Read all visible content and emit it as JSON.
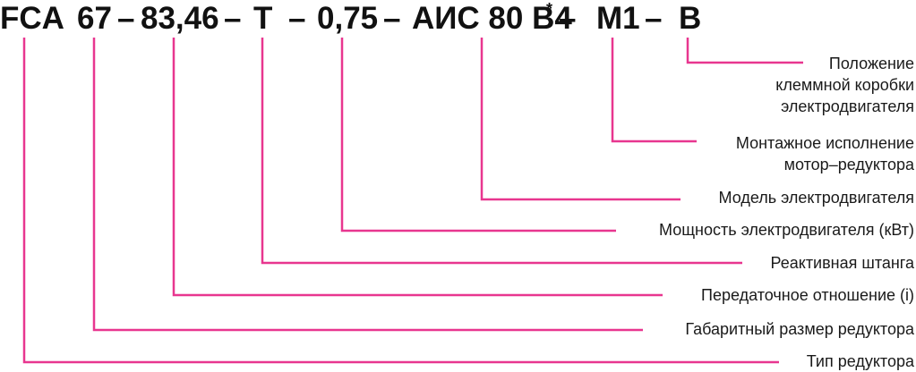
{
  "accent_color": "#e8368f",
  "code_segments": [
    {
      "id": "fca",
      "text": "FCA"
    },
    {
      "id": "size",
      "text": "67"
    },
    {
      "id": "ratio",
      "text": "83,46"
    },
    {
      "id": "torque-arm",
      "text": "T"
    },
    {
      "id": "power",
      "text": "0,75"
    },
    {
      "id": "motor-model",
      "text": "АИС 80 В4",
      "superscript": "*"
    },
    {
      "id": "mounting",
      "text": "М1"
    },
    {
      "id": "terminal-box",
      "text": "В"
    }
  ],
  "separator": "–",
  "labels": [
    {
      "id": "terminal-box",
      "lines": [
        "Положение",
        "клеммной коробки",
        "электродвигателя"
      ]
    },
    {
      "id": "mounting",
      "lines": [
        "Монтажное исполнение",
        "мотор–редуктора"
      ]
    },
    {
      "id": "motor-model",
      "lines": [
        "Модель электродвигателя"
      ]
    },
    {
      "id": "power",
      "lines": [
        "Мощность электродвигателя (кВт)"
      ]
    },
    {
      "id": "torque-arm",
      "lines": [
        "Реактивная штанга"
      ]
    },
    {
      "id": "ratio",
      "lines": [
        "Передаточное отношение (i)"
      ]
    },
    {
      "id": "size",
      "lines": [
        "Габаритный размер редуктора"
      ]
    },
    {
      "id": "fca",
      "lines": [
        "Тип редуктора"
      ]
    }
  ]
}
